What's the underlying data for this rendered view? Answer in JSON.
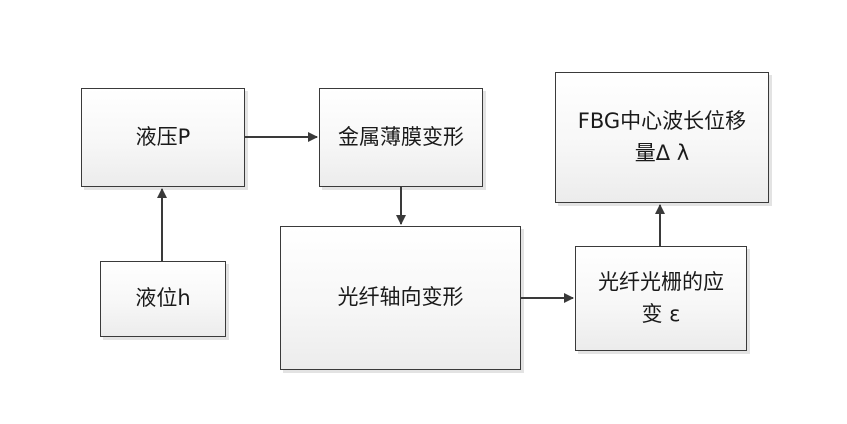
{
  "diagram": {
    "type": "flowchart",
    "nodes": [
      {
        "id": "pressure",
        "lines": [
          "液压P"
        ]
      },
      {
        "id": "level",
        "lines": [
          "液位h"
        ]
      },
      {
        "id": "film",
        "lines": [
          "金属薄膜变形"
        ]
      },
      {
        "id": "fiber_axial",
        "lines": [
          "光纤轴向变形"
        ]
      },
      {
        "id": "grating_strain",
        "lines": [
          "光纤光栅的应",
          "变 ε"
        ]
      },
      {
        "id": "wavelength_shift",
        "lines": [
          "FBG中心波长位移",
          "量Δ λ"
        ]
      }
    ],
    "edges": [
      {
        "from": "level",
        "to": "pressure"
      },
      {
        "from": "pressure",
        "to": "film"
      },
      {
        "from": "film",
        "to": "fiber_axial"
      },
      {
        "from": "fiber_axial",
        "to": "grating_strain"
      },
      {
        "from": "grating_strain",
        "to": "wavelength_shift"
      }
    ],
    "colors": {
      "border": "#3a3a3a",
      "arrow": "#3a3a3a",
      "fill_top": "#ffffff",
      "fill_bottom": "#ececec"
    }
  }
}
